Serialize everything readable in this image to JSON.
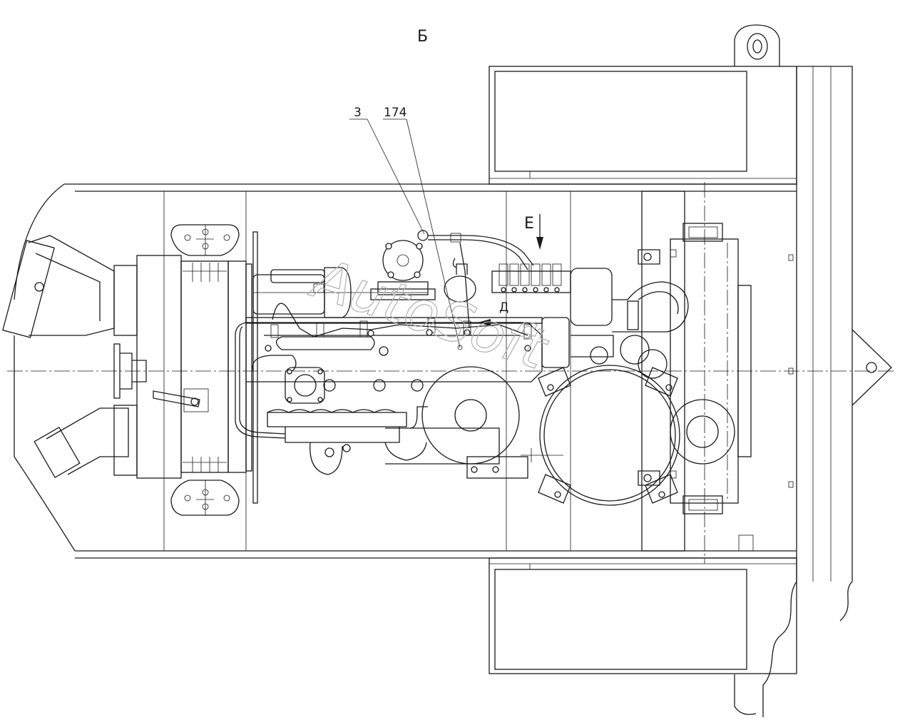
{
  "view_label": "Б",
  "callouts": [
    {
      "id": "callout-3",
      "text": "3"
    },
    {
      "id": "callout-174",
      "text": "174"
    }
  ],
  "direction_label_e": "Е",
  "direction_label_d": "Д",
  "watermark": "AutoSoft"
}
